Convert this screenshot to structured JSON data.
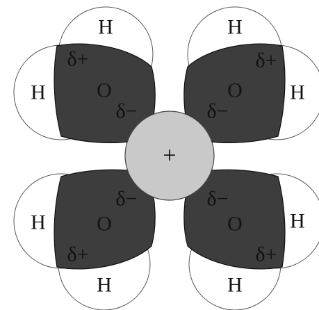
{
  "diagram": {
    "ion_label": "+",
    "molecules": [
      {
        "oxygen_label": "O",
        "oxygen_charge": "δ−",
        "hydrogen_1_label": "H",
        "hydrogen_2_label": "H",
        "hydrogen_charge": "δ+"
      },
      {
        "oxygen_label": "O",
        "oxygen_charge": "δ−",
        "hydrogen_1_label": "H",
        "hydrogen_2_label": "H",
        "hydrogen_charge": "δ+"
      },
      {
        "oxygen_label": "O",
        "oxygen_charge": "δ−",
        "hydrogen_1_label": "H",
        "hydrogen_2_label": "H",
        "hydrogen_charge": "δ+"
      },
      {
        "oxygen_label": "O",
        "oxygen_charge": "δ−",
        "hydrogen_1_label": "H",
        "hydrogen_2_label": "H",
        "hydrogen_charge": "δ+"
      }
    ]
  }
}
